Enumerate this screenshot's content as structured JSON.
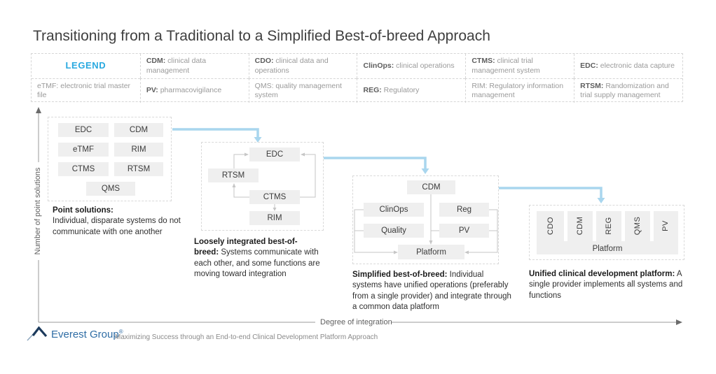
{
  "title": "Transitioning from a Traditional to a Simplified Best-of-breed Approach",
  "legend": {
    "heading": "LEGEND",
    "entries": [
      {
        "term": "CDM:",
        "definition": "clinical data management",
        "bold": true
      },
      {
        "term": "CDO:",
        "definition": "clinical data and operations",
        "bold": true
      },
      {
        "term": "ClinOps:",
        "definition": "clinical operations",
        "bold": true
      },
      {
        "term": "CTMS:",
        "definition": "clinical trial management system",
        "bold": true
      },
      {
        "term": "EDC:",
        "definition": "electronic data capture",
        "bold": true
      },
      {
        "term": "eTMF:",
        "definition": "electronic trial master file",
        "bold": false
      },
      {
        "term": "PV:",
        "definition": "pharmacovigilance",
        "bold": true
      },
      {
        "term": "QMS:",
        "definition": "quality management system",
        "bold": false
      },
      {
        "term": "REG:",
        "definition": "Regulatory",
        "bold": true
      },
      {
        "term": "RIM:",
        "definition": "Regulatory information management",
        "bold": false
      },
      {
        "term": "RTSM:",
        "definition": "Randomization and trial supply management",
        "bold": true
      }
    ]
  },
  "axes": {
    "y_label": "Number of point solutions",
    "x_label": "Degree of integration"
  },
  "stages": [
    {
      "caption_bold": "Point solutions:",
      "caption_rest": "Individual, disparate systems do not communicate with one another",
      "boxes": [
        "EDC",
        "CDM",
        "eTMF",
        "RIM",
        "CTMS",
        "RTSM",
        "QMS"
      ]
    },
    {
      "caption_bold": "Loosely integrated best-of-breed:",
      "caption_rest": "Systems communicate with each other, and some functions are moving toward integration",
      "boxes": [
        "EDC",
        "RTSM",
        "CTMS",
        "RIM"
      ]
    },
    {
      "caption_bold": "Simplified best-of-breed:",
      "caption_rest": "Individual systems have unified operations (preferably from a single provider) and integrate through a common data platform",
      "boxes": [
        "CDM",
        "ClinOps",
        "Reg",
        "Quality",
        "PV",
        "Platform"
      ]
    },
    {
      "caption_bold": "Unified clinical development platform:",
      "caption_rest": "A single provider implements all systems and functions",
      "columns": [
        "CDO",
        "CDM",
        "REG",
        "QMS",
        "PV"
      ],
      "platform_label": "Platform"
    }
  ],
  "footer": {
    "brand": "Everest Group",
    "registered_mark": "®",
    "caption": "Maximizing Success through an End-to-end Clinical Development Platform Approach"
  },
  "colors": {
    "legend_heading_blue": "#29a9e0",
    "flow_arrow_blue": "#a9d6ee",
    "system_box_fill": "#efefef",
    "connector_grey": "#c6c6c6",
    "brand_blue": "#2f6da5"
  },
  "icons": {
    "flow_arrows": "elbow-arrow-down-icon",
    "axis_arrows": "filled-triangle-icon",
    "logo": "mountain-peak-icon"
  }
}
